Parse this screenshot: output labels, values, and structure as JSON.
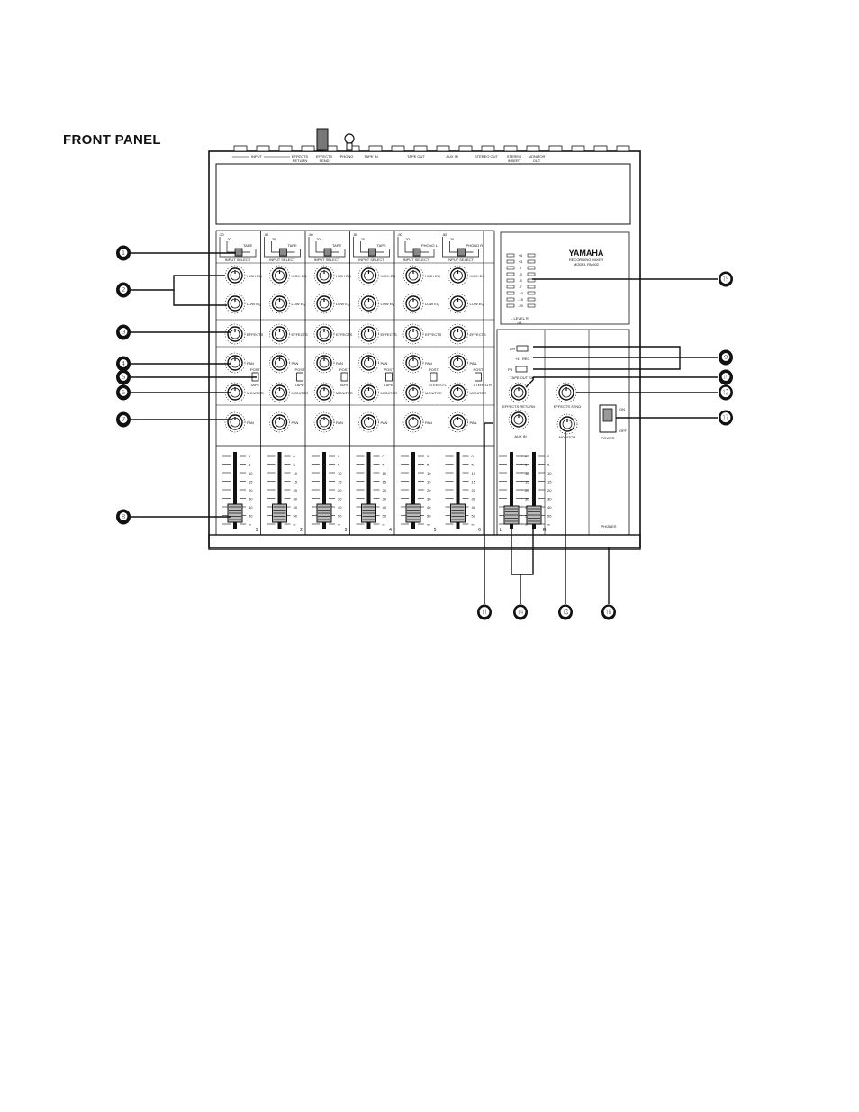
{
  "page": {
    "title": "FRONT PANEL"
  },
  "top_jacks": {
    "labels": [
      "INPUT",
      "EFFECTS\nRETURN",
      "EFFECTS\nSEND",
      "PHONO",
      "TAPE IN",
      "TAPE OUT",
      "AUX IN",
      "STEREO OUT",
      "STEREO\nINSERT",
      "MONITOR\nOUT"
    ]
  },
  "channels": [
    {
      "number": "1",
      "select": [
        "-50",
        "-20",
        "TAPE"
      ],
      "switch_labels": [
        "POST",
        "TAPE"
      ]
    },
    {
      "number": "2",
      "select": [
        "-50",
        "-20",
        "TAPE"
      ],
      "switch_labels": [
        "POST",
        "TAPE"
      ]
    },
    {
      "number": "3",
      "select": [
        "-50",
        "-20",
        "TAPE"
      ],
      "switch_labels": [
        "POST",
        "TAPE"
      ]
    },
    {
      "number": "4",
      "select": [
        "-50",
        "-20",
        "TAPE"
      ],
      "switch_labels": [
        "POST",
        "TAPE"
      ]
    },
    {
      "number": "5",
      "select": [
        "-50",
        "-20",
        "PHONO L"
      ],
      "switch_labels": [
        "POST",
        "STEREO L"
      ]
    },
    {
      "number": "6",
      "select": [
        "-50",
        "-20",
        "PHONO R"
      ],
      "switch_labels": [
        "POST",
        "STEREO R"
      ]
    }
  ],
  "channel_labels": {
    "input_select": "INPUT SELECT",
    "high_eq": "HIGH EQ",
    "low_eq": "LOW EQ",
    "effects": "EFFECTS",
    "pan": "PAN",
    "monitor": "MONITOR"
  },
  "fader_scale": [
    "0",
    "5",
    "10",
    "15",
    "20",
    "30",
    "40",
    "50",
    "∞"
  ],
  "brand": {
    "name": "YAMAHA",
    "line1": "RECORDING MIXER",
    "line2": "MODEL RM602"
  },
  "meter": {
    "scale": [
      "+5",
      "+3",
      "0",
      "-3",
      "-5",
      "-7",
      "-10",
      "-15",
      "-20"
    ],
    "caption_lr": "L   LEVEL   R",
    "caption_db": "dB"
  },
  "master": {
    "tape_out_sw": "TAPE OUT SW",
    "sw_labels": [
      "L/R",
      "+4",
      "REC",
      "PB"
    ],
    "effects_return": "EFFECTS RETURN",
    "effects_send": "EFFECTS SEND",
    "aux_in": "AUX IN",
    "monitor": "MONITOR",
    "power": "POWER",
    "on": "ON",
    "off": "OFF",
    "phones": "PHONES",
    "fader_l": "L",
    "fader_r": "R"
  },
  "callouts": {
    "left": [
      "❶",
      "❷",
      "❸",
      "❹",
      "❺",
      "❻",
      "❼",
      "❽"
    ],
    "right": [
      "❾",
      "❿",
      "⓬",
      "⓮"
    ],
    "bottom": [
      "⓫",
      "⓮",
      "⓭",
      "⓰"
    ],
    "r15": "⓯",
    "r17": "⓱"
  },
  "colors": {
    "ink": "#111111",
    "paper": "#ffffff"
  }
}
